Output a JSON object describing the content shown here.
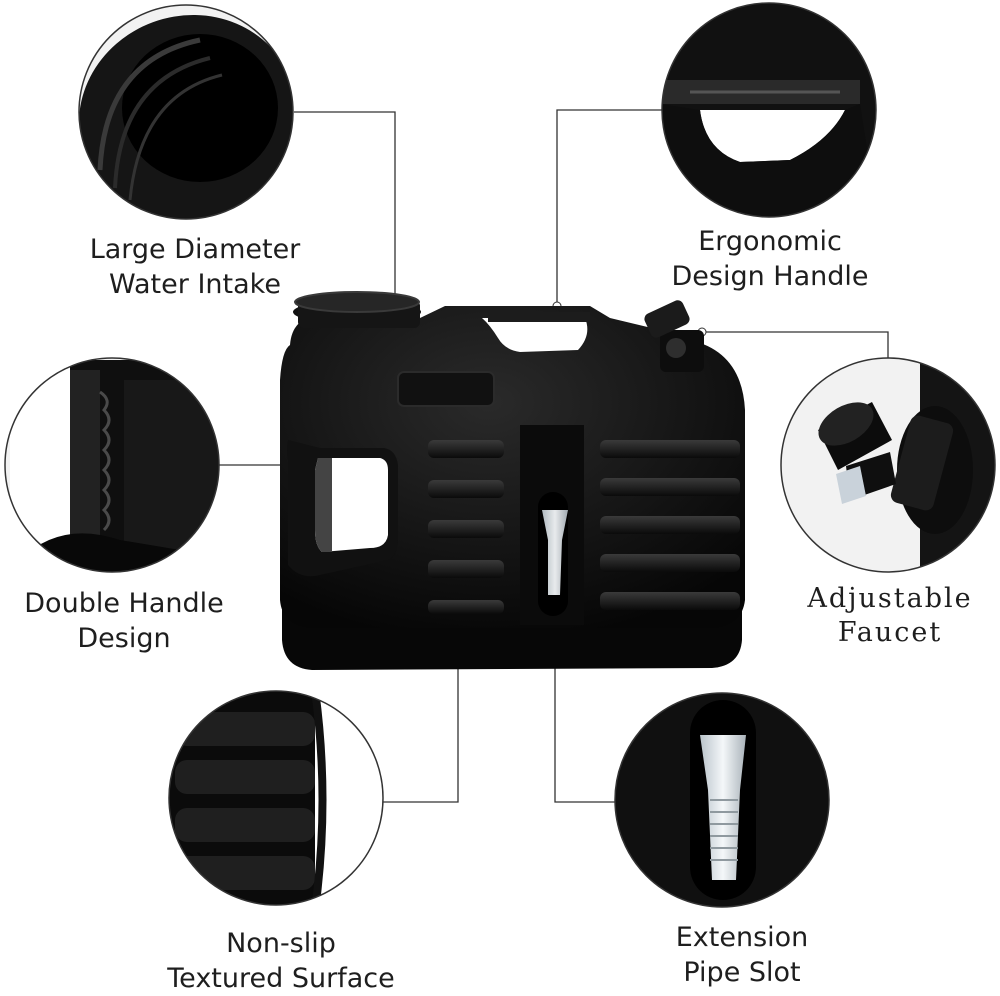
{
  "features": {
    "intake": {
      "line1": "Large Diameter",
      "line2": "Water Intake"
    },
    "handle": {
      "line1": "Ergonomic",
      "line2": "Design Handle"
    },
    "double_handle": {
      "line1": "Double Handle",
      "line2": "Design"
    },
    "faucet": {
      "line1": "Adjustable",
      "line2": "Faucet"
    },
    "surface": {
      "line1": "Non-slip",
      "line2": "Textured Surface"
    },
    "pipe_slot": {
      "line1": "Extension",
      "line2": "Pipe Slot"
    }
  },
  "colors": {
    "product": "#0d0d0d",
    "background": "#ffffff",
    "callout_line": "#333333"
  }
}
